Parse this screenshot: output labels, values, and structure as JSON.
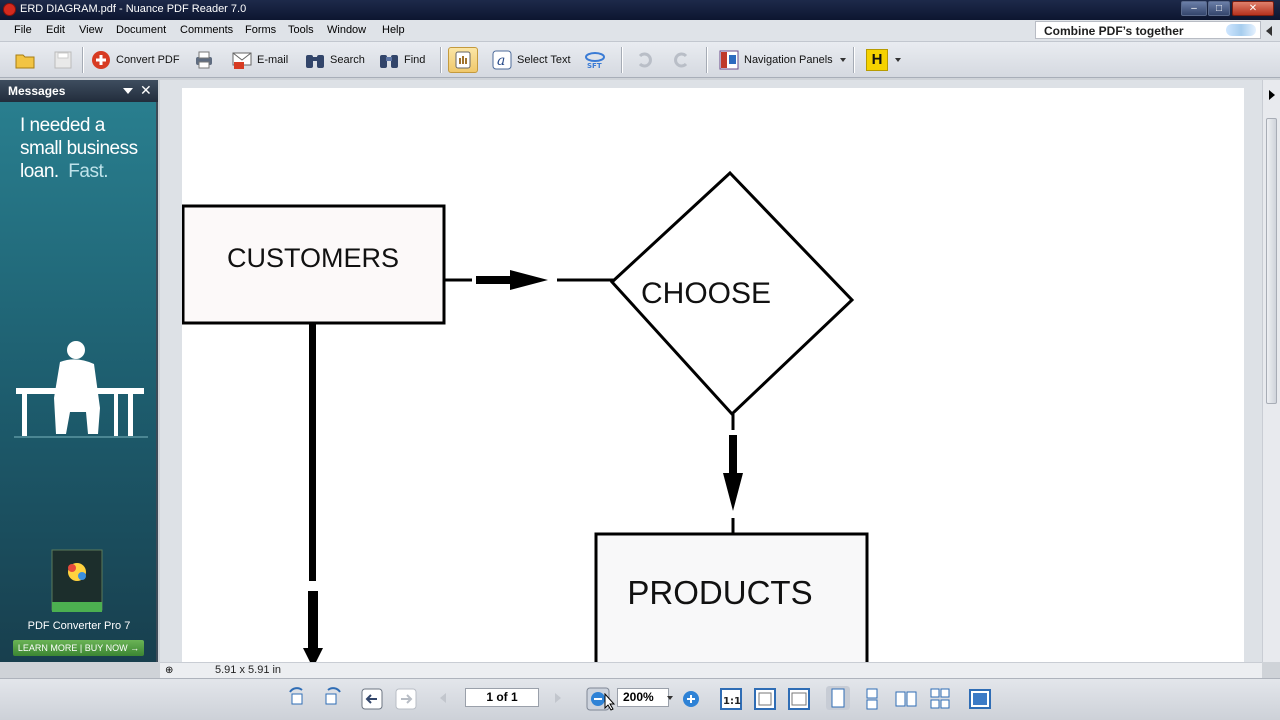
{
  "window": {
    "title": "ERD DIAGRAM.pdf - Nuance PDF Reader 7.0",
    "minimize": "–",
    "maximize": "□",
    "close": "✕"
  },
  "menu": {
    "items": [
      "File",
      "Edit",
      "View",
      "Document",
      "Comments",
      "Forms",
      "Tools",
      "Window",
      "Help"
    ]
  },
  "promo": {
    "text": "Combine PDF’s together"
  },
  "toolbar": {
    "convert_pdf": "Convert PDF",
    "email": "E-mail",
    "search": "Search",
    "find": "Find",
    "select_text": "Select Text",
    "navigation_panels": "Navigation Panels",
    "h_label": "H",
    "sft_label": "SFT"
  },
  "panel": {
    "title": "Messages",
    "close": "✕",
    "ad_line1": "I needed a",
    "ad_line2": "small business",
    "ad_line3": "loan.",
    "ad_fast": "Fast.",
    "product": "PDF Converter Pro 7",
    "cta": "LEARN MORE | BUY NOW →"
  },
  "document": {
    "page_size": "5.91 x 5.91 in",
    "entity_customers": "CUSTOMERS",
    "relationship_choose": "CHOOSE",
    "entity_products": "PRODUCTS"
  },
  "navigation": {
    "page_indicator": "1 of 1",
    "zoom": "200%"
  },
  "colors": {
    "panel_bg": "#1d5c6d",
    "cta_green": "#4a9a3c",
    "close_red": "#b6321e"
  }
}
